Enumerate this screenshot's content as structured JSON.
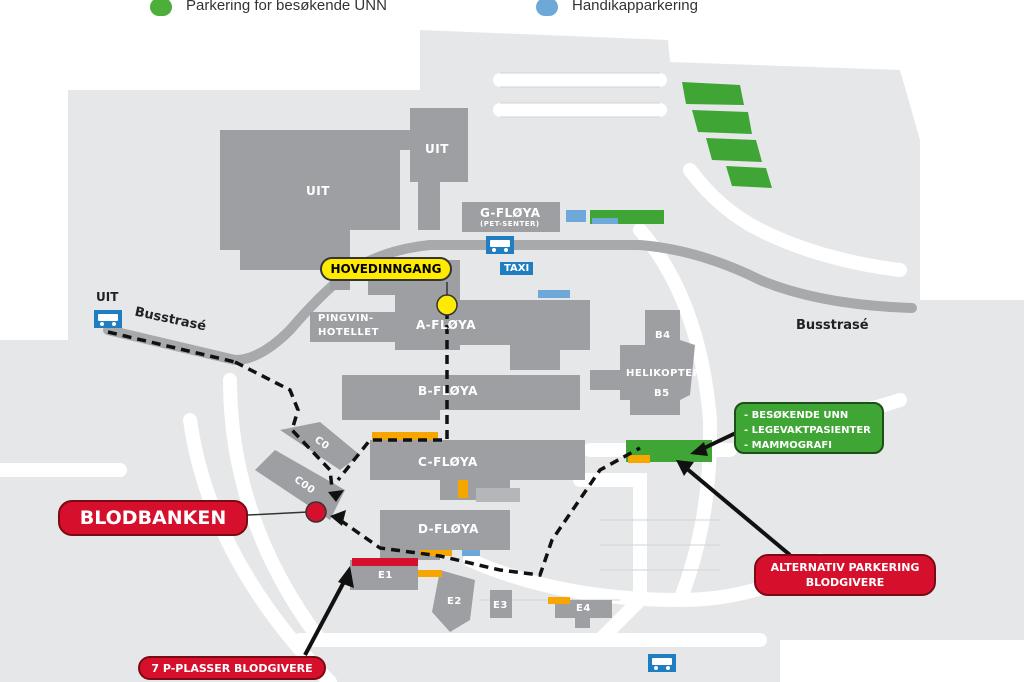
{
  "legend": {
    "visitor_parking": "Parkering for besøkende UNN",
    "handicap_parking": "Handikapparkering",
    "colors": {
      "visitor": "#4caf3a",
      "handicap": "#6ea8d8"
    }
  },
  "roads": {
    "busstrase_left": "Busstrasé",
    "busstrase_right": "Busstrasé"
  },
  "bus_stop_label": "UIT",
  "taxi_label": "TAXI",
  "buildings": {
    "uit_main": "UIT",
    "uit_top": "UIT",
    "g_floya": "G-FLØYA",
    "g_floya_sub": "(PET-SENTER)",
    "pingvin_1": "PINGVIN-",
    "pingvin_2": "HOTELLET",
    "a_floya": "A-FLØYA",
    "b_floya": "B-FLØYA",
    "c_floya": "C-FLØYA",
    "d_floya": "D-FLØYA",
    "b4": "B4",
    "b5": "B5",
    "helikopter": "HELIKOPTER",
    "c0": "C0",
    "c00": "C00",
    "e1": "E1",
    "e2": "E2",
    "e3": "E3",
    "e4": "E4"
  },
  "callouts": {
    "hovedinngang": "HOVEDINNGANG",
    "blodbanken": "BLODBANKEN",
    "alt_parking_1": "ALTERNATIV PARKERING",
    "alt_parking_2": "BLODGIVERE",
    "p_plasser": "7 P-PLASSER BLODGIVERE",
    "visitors_box": [
      "- BESØKENDE UNN",
      "- LEGEVAKTPASIENTER",
      "- MAMMOGRAFI"
    ]
  },
  "colors": {
    "building": "#9d9fa2",
    "road": "#e6e7e8",
    "busway": "#a7a9ac",
    "parking_green": "#3fa535",
    "handicap_blue": "#6ea8d8",
    "orange": "#f7a600",
    "red": "#d6102c",
    "yellow": "#ffea00"
  }
}
